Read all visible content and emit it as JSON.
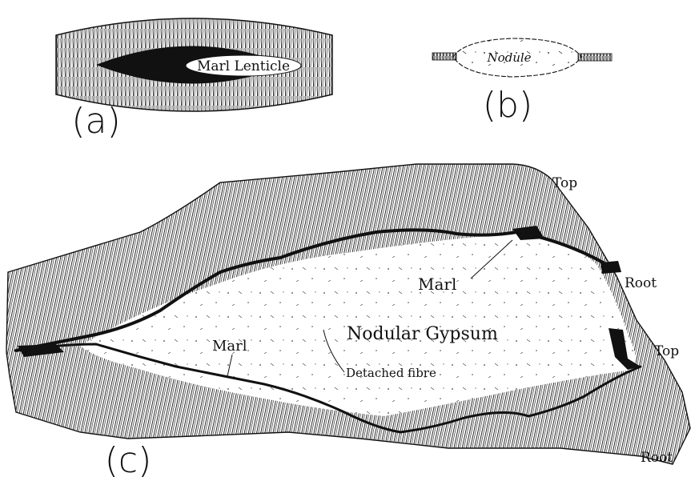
{
  "figure": {
    "panel_a": {
      "label": "(a)",
      "lenticle_label": "Marl Lenticle"
    },
    "panel_b": {
      "label": "(b)",
      "nodule_label": "Nodule"
    },
    "panel_c": {
      "label": "(c)",
      "center_label": "Nodular Gypsum",
      "annotations": {
        "marl_right": "Marl",
        "marl_left": "Marl",
        "detached_fibre": "Detached fibre",
        "top_upper": "Top",
        "root_upper": "Root",
        "top_lower": "Top",
        "root_lower": "Root"
      }
    }
  },
  "colors": {
    "ink": "#111111",
    "paper": "#ffffff"
  }
}
